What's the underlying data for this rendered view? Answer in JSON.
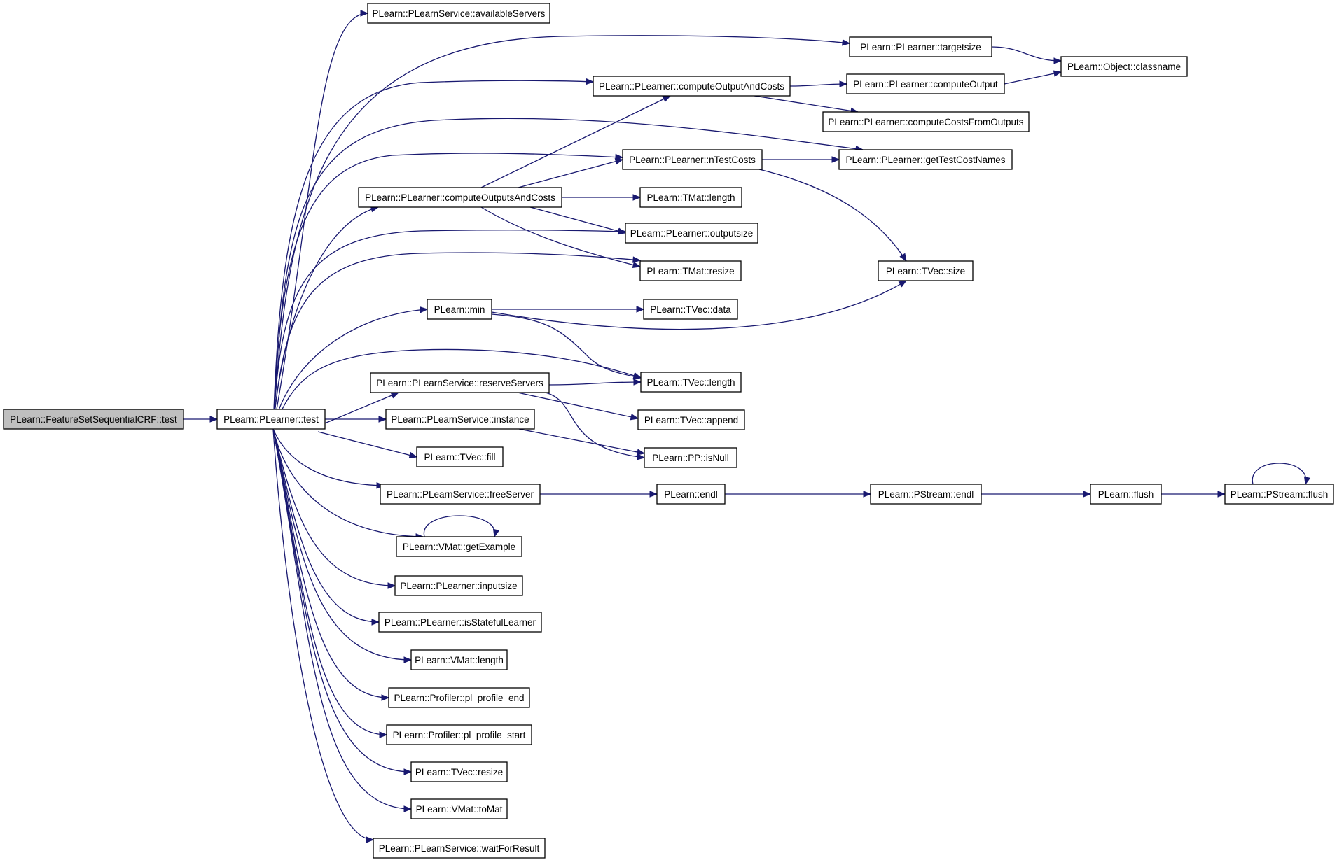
{
  "colors": {
    "edge": "#191970",
    "root_fill": "#bfbfbf",
    "node_fill": "#ffffff",
    "node_border": "#000000"
  },
  "nodes": {
    "root": "PLearn::FeatureSetSequentialCRF::test",
    "test": "PLearn::PLearner::test",
    "availableServers": "PLearn::PLearnService::availableServers",
    "targetsize": "PLearn::PLearner::targetsize",
    "classname": "PLearn::Object::classname",
    "computeOutputAndCosts": "PLearn::PLearner::computeOutputAndCosts",
    "computeOutput": "PLearn::PLearner::computeOutput",
    "computeCostsFromOutputs": "PLearn::PLearner::computeCostsFromOutputs",
    "nTestCosts": "PLearn::PLearner::nTestCosts",
    "getTestCostNames": "PLearn::PLearner::getTestCostNames",
    "computeOutputsAndCosts": "PLearn::PLearner::computeOutputsAndCosts",
    "tmatLength": "PLearn::TMat::length",
    "outputsize": "PLearn::PLearner::outputsize",
    "tmatResize": "PLearn::TMat::resize",
    "tvecSize": "PLearn::TVec::size",
    "min": "PLearn::min",
    "tvecData": "PLearn::TVec::data",
    "reserveServers": "PLearn::PLearnService::reserveServers",
    "tvecLength": "PLearn::TVec::length",
    "tvecAppend": "PLearn::TVec::append",
    "instance": "PLearn::PLearnService::instance",
    "isNull": "PLearn::PP::isNull",
    "tvecFill": "PLearn::TVec::fill",
    "freeServer": "PLearn::PLearnService::freeServer",
    "endl": "PLearn::endl",
    "pstreamEndl": "PLearn::PStream::endl",
    "flush": "PLearn::flush",
    "pstreamFlush": "PLearn::PStream::flush",
    "getExample": "PLearn::VMat::getExample",
    "inputsize": "PLearn::PLearner::inputsize",
    "isStatefulLearner": "PLearn::PLearner::isStatefulLearner",
    "vmatLength": "PLearn::VMat::length",
    "plProfileEnd": "PLearn::Profiler::pl_profile_end",
    "plProfileStart": "PLearn::Profiler::pl_profile_start",
    "tvecResize": "PLearn::TVec::resize",
    "toMat": "PLearn::VMat::toMat",
    "waitForResult": "PLearn::PLearnService::waitForResult"
  },
  "edges": [
    [
      "root",
      "test"
    ],
    [
      "test",
      "availableServers"
    ],
    [
      "test",
      "targetsize"
    ],
    [
      "test",
      "computeOutputAndCosts"
    ],
    [
      "test",
      "getTestCostNames"
    ],
    [
      "test",
      "nTestCosts"
    ],
    [
      "test",
      "computeOutputsAndCosts"
    ],
    [
      "test",
      "outputsize"
    ],
    [
      "test",
      "tmatResize"
    ],
    [
      "test",
      "min"
    ],
    [
      "test",
      "tvecLength"
    ],
    [
      "test",
      "reserveServers"
    ],
    [
      "test",
      "instance"
    ],
    [
      "test",
      "tvecFill"
    ],
    [
      "test",
      "freeServer"
    ],
    [
      "test",
      "getExample"
    ],
    [
      "test",
      "inputsize"
    ],
    [
      "test",
      "isStatefulLearner"
    ],
    [
      "test",
      "vmatLength"
    ],
    [
      "test",
      "plProfileEnd"
    ],
    [
      "test",
      "plProfileStart"
    ],
    [
      "test",
      "tvecResize"
    ],
    [
      "test",
      "toMat"
    ],
    [
      "test",
      "waitForResult"
    ],
    [
      "targetsize",
      "classname"
    ],
    [
      "computeOutputAndCosts",
      "computeOutput"
    ],
    [
      "computeOutputAndCosts",
      "computeCostsFromOutputs"
    ],
    [
      "computeOutput",
      "classname"
    ],
    [
      "nTestCosts",
      "getTestCostNames"
    ],
    [
      "nTestCosts",
      "tvecSize"
    ],
    [
      "computeOutputsAndCosts",
      "computeOutputAndCosts"
    ],
    [
      "computeOutputsAndCosts",
      "nTestCosts"
    ],
    [
      "computeOutputsAndCosts",
      "tmatLength"
    ],
    [
      "computeOutputsAndCosts",
      "outputsize"
    ],
    [
      "computeOutputsAndCosts",
      "tmatResize"
    ],
    [
      "min",
      "tvecData"
    ],
    [
      "min",
      "tvecSize"
    ],
    [
      "min",
      "tvecLength"
    ],
    [
      "reserveServers",
      "tvecLength"
    ],
    [
      "reserveServers",
      "tvecAppend"
    ],
    [
      "reserveServers",
      "isNull"
    ],
    [
      "instance",
      "isNull"
    ],
    [
      "freeServer",
      "endl"
    ],
    [
      "endl",
      "pstreamEndl"
    ],
    [
      "pstreamEndl",
      "flush"
    ],
    [
      "flush",
      "pstreamFlush"
    ],
    [
      "pstreamFlush",
      "pstreamFlush"
    ],
    [
      "getExample",
      "getExample"
    ]
  ]
}
